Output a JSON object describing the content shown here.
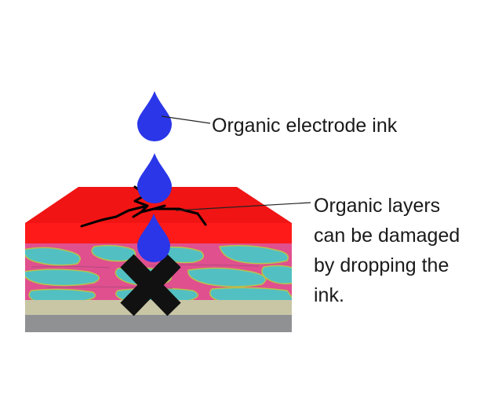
{
  "labels": {
    "ink": "Organic electrode ink",
    "layers": [
      "Organic layers",
      "can be damaged",
      "by dropping the",
      "ink."
    ]
  },
  "colors": {
    "ink_drop": "#2a36e8",
    "top_layer": "#ff1a1a",
    "top_face": "#f01414",
    "mixed_layer_base": "#e0508f",
    "mixed_layer_phase": "#52c0c2",
    "substrate": "#c9c6a6",
    "bottom_layer": "#8f9193",
    "cross": "#111111",
    "crack": "#000000"
  },
  "icons": [
    "ink-drop-icon",
    "cross-mark-icon",
    "crack-lines"
  ]
}
